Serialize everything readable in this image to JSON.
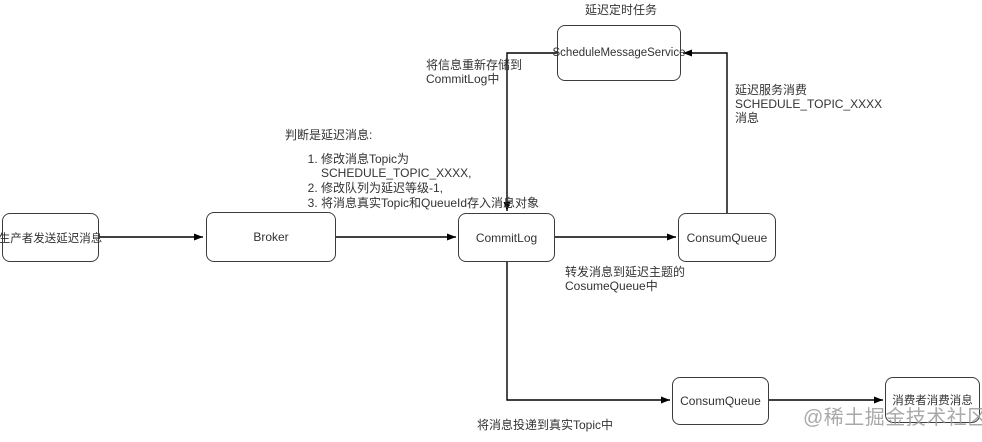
{
  "diagram": {
    "nodes": {
      "producer": {
        "label": "生产者发送延迟消息"
      },
      "broker": {
        "label": "Broker"
      },
      "commitlog": {
        "label": "CommitLog"
      },
      "consum_queue_delay": {
        "label": "ConsumQueue"
      },
      "schedule_service": {
        "label": "ScheduleMessageService"
      },
      "consum_queue_real": {
        "label": "ConsumQueue"
      },
      "consumer": {
        "label": "消费者消费消息"
      }
    },
    "annotations": {
      "schedule_task": "延迟定时任务",
      "restore": "将信息重新存储到\nCommitLog中",
      "judge_title": "判断是延迟消息:",
      "judge_items": [
        "修改消息Topic为\nSCHEDULE_TOPIC_XXXX,",
        "修改队列为延迟等级-1,",
        "将消息真实Topic和QueueId存入消息对象"
      ],
      "delay_consume": "延迟服务消费\nSCHEDULE_TOPIC_XXXX\n消息",
      "forward": "转发消息到延迟主题的\nCosumeQueue中",
      "deliver": "将消息投递到真实Topic中"
    },
    "watermark": "@稀土掘金技术社区",
    "colors": {
      "background": "#ffffff",
      "node_stroke": "#3c3c3c",
      "arrow_stroke": "#000000",
      "text": "#333333",
      "watermark": "#9b9b9b"
    }
  }
}
